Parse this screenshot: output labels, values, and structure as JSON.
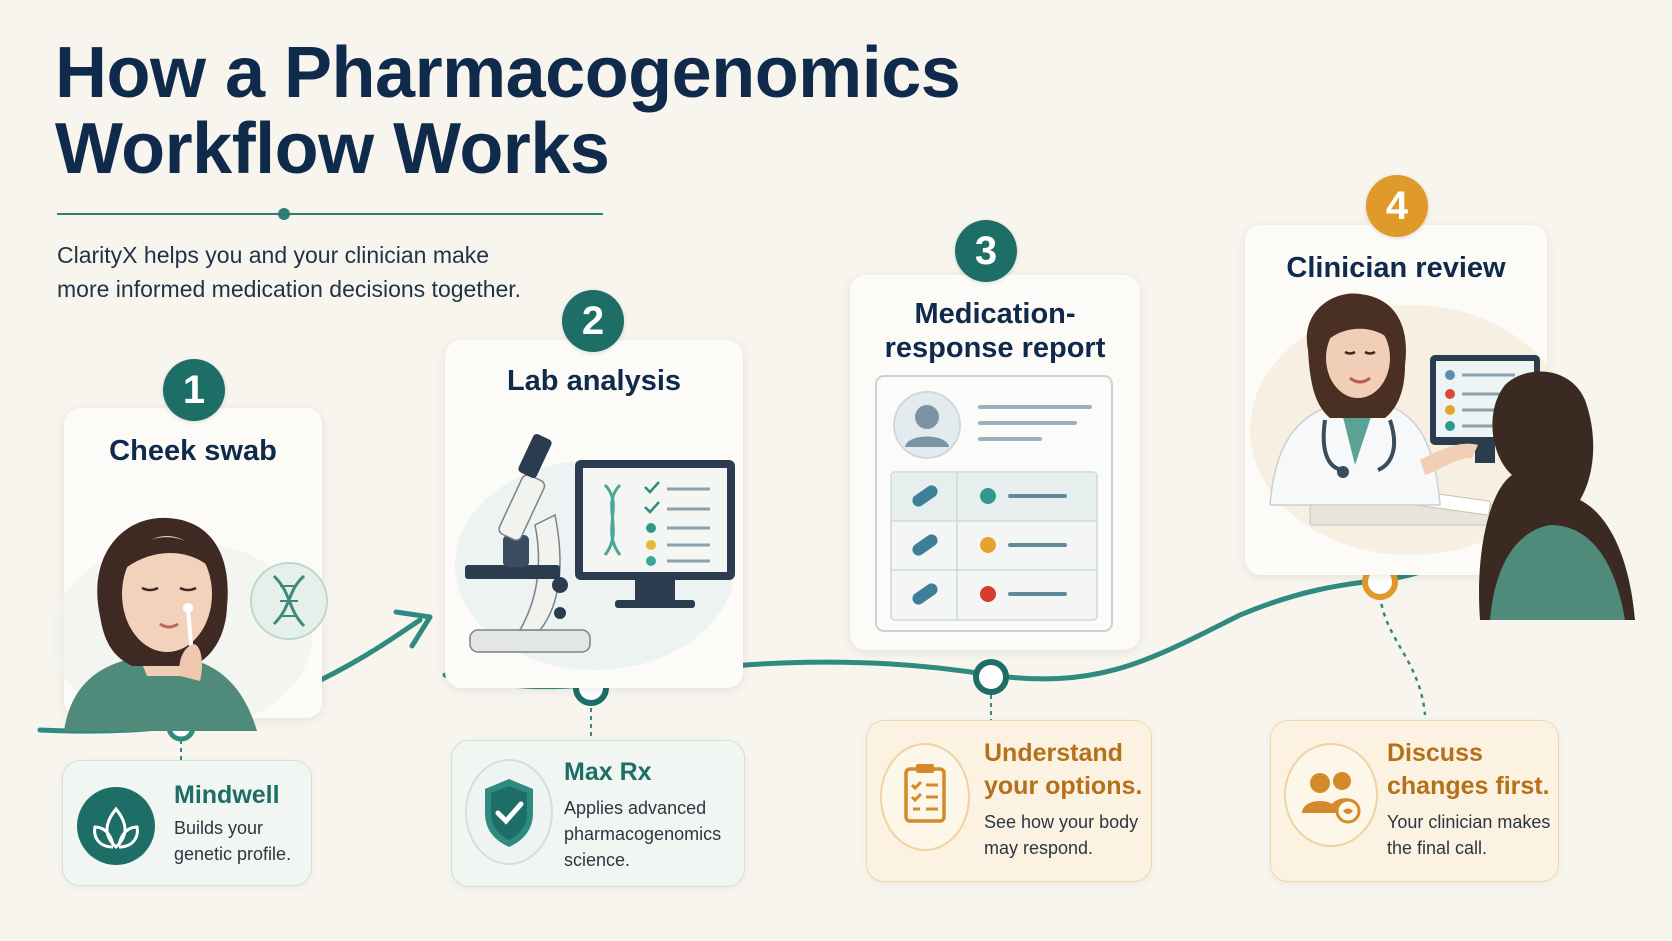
{
  "title_line1": "How a Pharmacogenomics",
  "title_line2": "Workflow Works",
  "subtitle_line1": "ClarityX helps you and your clinician make",
  "subtitle_line2": "more informed medication decisions together.",
  "colors": {
    "navy": "#0f2a4a",
    "teal": "#1d6e66",
    "teal_line": "#2f8a80",
    "orange": "#e09a2a",
    "gold_text": "#b5711a",
    "background": "#f8f5ee"
  },
  "steps": [
    {
      "number": "1",
      "title": "Cheek swab",
      "badge_color": "teal",
      "illustration": "woman-cheek-swab-illustration"
    },
    {
      "number": "2",
      "title": "Lab analysis",
      "badge_color": "teal",
      "illustration": "microscope-monitor-illustration"
    },
    {
      "number": "3",
      "title_line1": "Medication-",
      "title_line2": "response report",
      "badge_color": "teal",
      "illustration": "report-document-illustration"
    },
    {
      "number": "4",
      "title": "Clinician review",
      "badge_color": "orange",
      "illustration": "clinician-patient-illustration"
    }
  ],
  "info_boxes": [
    {
      "title": "Mindwell",
      "line1": "Builds your",
      "line2": "genetic profile.",
      "icon": "leaf-icon"
    },
    {
      "title": "Max Rx",
      "line1": "Applies advanced",
      "line2": "pharmacogenomics",
      "line3": "science.",
      "icon": "shield-check-icon"
    },
    {
      "title_line1": "Understand",
      "title_line2": "your options.",
      "line1": "See how your body",
      "line2": "may respond.",
      "icon": "clipboard-checklist-icon"
    },
    {
      "title_line1": "Discuss",
      "title_line2": "changes first.",
      "line1": "Your clinician makes",
      "line2": "the final call.",
      "icon": "people-chat-icon"
    }
  ],
  "report_rows": [
    {
      "status_color": "#2f9a8c"
    },
    {
      "status_color": "#e6a22e"
    },
    {
      "status_color": "#d83b32"
    }
  ],
  "checklist_dot_colors": [
    "#2f9a8c",
    "#e6b83a",
    "#3aa898"
  ]
}
